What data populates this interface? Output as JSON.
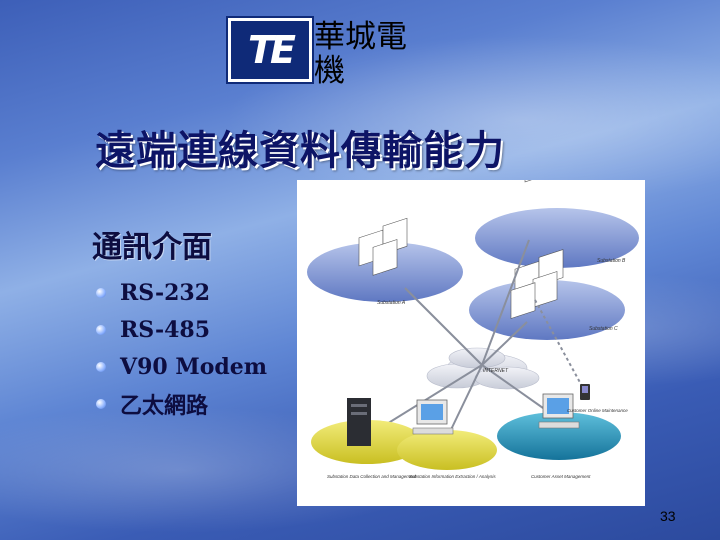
{
  "header": {
    "logo_text": "TE",
    "company_line1": "華城電",
    "company_line2": "機",
    "title": "遠端連線資料傳輸能力"
  },
  "section": {
    "title": "通訊介面",
    "bullets": [
      "RS-232",
      "RS-485",
      "V90 Modem",
      "乙太網路"
    ]
  },
  "diagram": {
    "labels": {
      "substation_a": "Substation A",
      "substation_b": "Substation B",
      "substation_c": "Substation C",
      "internet": "INTERNET",
      "online_maintenance": "Customer Online Maintenance",
      "data_collection": "Substation Data Collection and Management",
      "information_analysis": "Substation Information Extraction / Analysis",
      "asset_management": "Customer Asset Management"
    },
    "colors": {
      "disc_blue": "#6f86cc",
      "disc_yellow": "#d9d33b",
      "disc_teal": "#1f8fb4"
    }
  },
  "footer": {
    "slide_number": "33"
  }
}
